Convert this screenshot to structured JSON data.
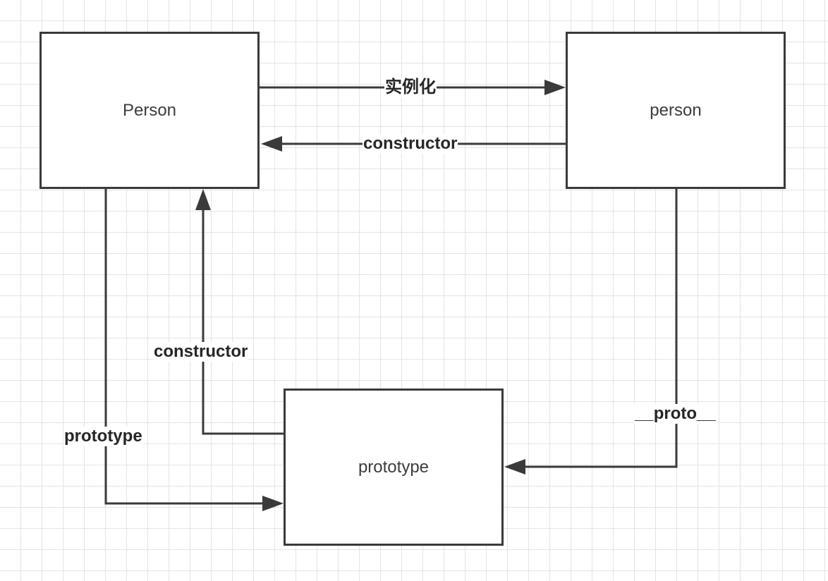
{
  "diagram": {
    "nodes": {
      "person_constructor": {
        "label": "Person"
      },
      "person_instance": {
        "label": "person"
      },
      "prototype_object": {
        "label": "prototype"
      }
    },
    "edges": {
      "instantiate": {
        "label": "实例化"
      },
      "instance_constructor": {
        "label": "constructor"
      },
      "prototype_constructor": {
        "label": "constructor"
      },
      "prototype_link": {
        "label": "prototype"
      },
      "proto_link": {
        "label": "__proto__"
      }
    },
    "colors": {
      "stroke": "#3a3a3a",
      "grid": "#e4e4e4",
      "background": "#ffffff",
      "label_text": "#262626",
      "node_text": "#3c3c3c"
    }
  }
}
